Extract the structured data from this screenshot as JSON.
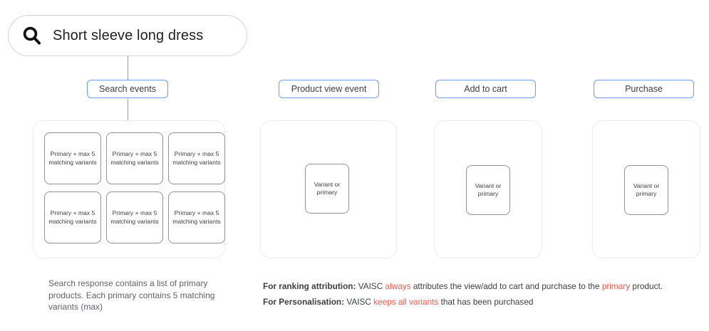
{
  "search": {
    "icon": "search-icon",
    "query": "Short sleeve long dress"
  },
  "events": [
    {
      "id": "search",
      "label": "Search events"
    },
    {
      "id": "view",
      "label": "Product view event"
    },
    {
      "id": "cart",
      "label": "Add to cart"
    },
    {
      "id": "purchase",
      "label": "Purchase"
    }
  ],
  "panels": {
    "search": {
      "cards": [
        "Primary + max 5 matching variants",
        "Primary + max 5 matching variants",
        "Primary + max 5 matching variants",
        "Primary + max 5 matching variants",
        "Primary + max 5 matching variants",
        "Primary + max 5 matching variants"
      ]
    },
    "view": {
      "card": "Variant or primary"
    },
    "cart": {
      "card": "Variant or primary"
    },
    "purchase": {
      "card": "Variant or primary"
    }
  },
  "captions": {
    "left": "Search response contains a list of primary products. Each primary contains 5 matching variants (max)",
    "ranking": {
      "label": "For ranking attribution:",
      "part1": "VAISC",
      "highlight1": "always",
      "part2": "attributes the view/add to cart and purchase to the",
      "highlight2": "primary",
      "part3": "product."
    },
    "personalisation": {
      "label": "For Personalisation:",
      "part1": "VAISC",
      "highlight1": "keeps all variants",
      "part2": "that has been purchased"
    }
  },
  "colors": {
    "accent_blue": "#6b9cf5",
    "highlight_red": "#f4594d",
    "panel_border": "#ebecee",
    "card_border": "#8e9297",
    "connector": "#9aa0a6"
  }
}
